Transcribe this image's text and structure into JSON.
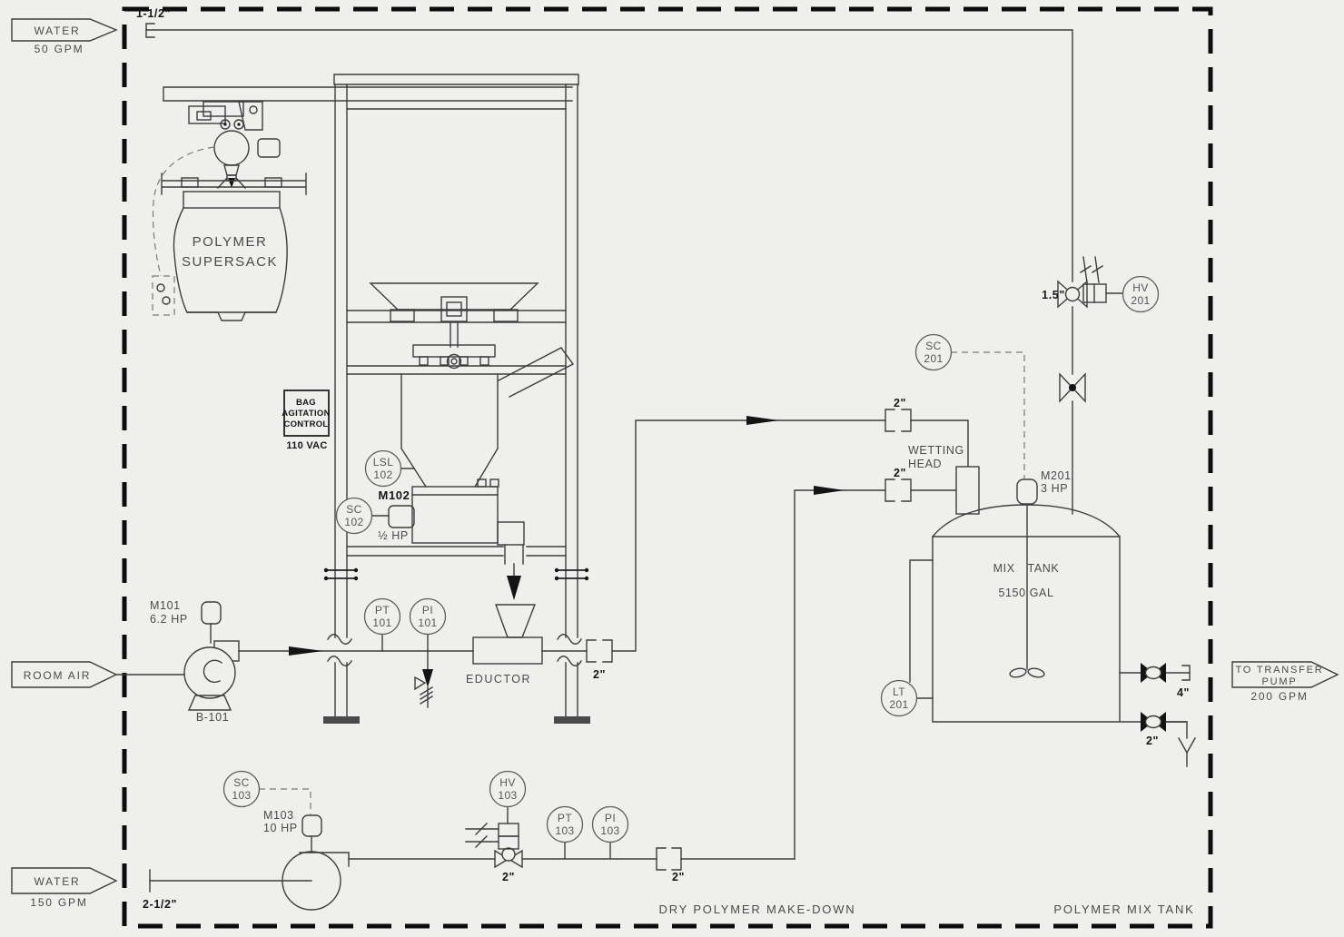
{
  "colors": {
    "background": "#efefed",
    "line": "#3d3d3d",
    "accent_dark": "#141414"
  },
  "areas": {
    "left": "DRY POLYMER MAKE-DOWN",
    "right": "POLYMER MIX TANK"
  },
  "streams": {
    "water_top": {
      "label": "WATER",
      "rate": "50 GPM"
    },
    "room_air": {
      "label": "ROOM AIR"
    },
    "water_bottom": {
      "label": "WATER",
      "rate": "150 GPM"
    },
    "transfer": {
      "line1": "TO TRANSFER",
      "line2": "PUMP",
      "rate": "200 GPM"
    }
  },
  "pipes": {
    "water_top_size": "1-1/2\"",
    "water_bottom_size": "2-1/2\"",
    "hv201_size": "1.5\"",
    "eductor_out_size": "2\"",
    "wetting_top_size": "2\"",
    "wetting_bottom_size": "2\"",
    "hv103_size": "2\"",
    "pump_out_size": "2\"",
    "tank_out_size": "4\"",
    "tank_drain_size": "2\""
  },
  "supersack": {
    "line1": "POLYMER",
    "line2": "SUPERSACK"
  },
  "bag_control": {
    "line1": "BAG",
    "line2": "AGITATION",
    "line3": "CONTROL",
    "power": "110 VAC"
  },
  "equipment": {
    "feeder_tag": "M102",
    "feeder_power": "½ HP",
    "blower_tag": "B-101",
    "blower_motor": "M101",
    "blower_power": "6.2 HP",
    "eductor": "EDUCTOR",
    "wetting1": "WETTING",
    "wetting2": "HEAD",
    "tank1": "MIX TANK",
    "tank2": "5150 GAL",
    "tank_motor": "M201",
    "tank_power": "3 HP",
    "pump_motor": "M103",
    "pump_power": "10 HP"
  },
  "instruments": {
    "lsl102": {
      "l1": "LSL",
      "l2": "102"
    },
    "sc102": {
      "l1": "SC",
      "l2": "102"
    },
    "pt101": {
      "l1": "PT",
      "l2": "101"
    },
    "pi101": {
      "l1": "PI",
      "l2": "101"
    },
    "sc103": {
      "l1": "SC",
      "l2": "103"
    },
    "hv103": {
      "l1": "HV",
      "l2": "103"
    },
    "pt103": {
      "l1": "PT",
      "l2": "103"
    },
    "pi103": {
      "l1": "PI",
      "l2": "103"
    },
    "sc201": {
      "l1": "SC",
      "l2": "201"
    },
    "hv201": {
      "l1": "HV",
      "l2": "201"
    },
    "lt201": {
      "l1": "LT",
      "l2": "201"
    }
  }
}
